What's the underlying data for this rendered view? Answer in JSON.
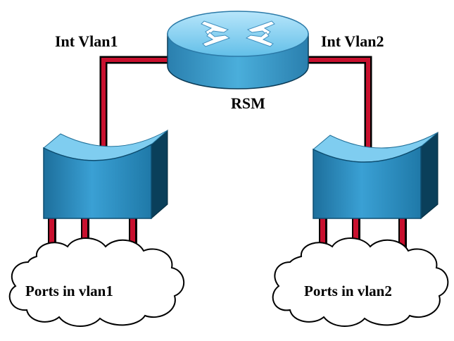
{
  "labels": {
    "int_vlan1": "Int Vlan1",
    "int_vlan2": "Int Vlan2",
    "router": "RSM",
    "cloud_left": "Ports in vlan1",
    "cloud_right": "Ports in vlan2"
  },
  "colors": {
    "link": "#c8102e",
    "link_shadow": "#000000",
    "device_front": "#2a8bbf",
    "device_top": "#7fcdf0",
    "device_side": "#0a3f5a",
    "cloud_fill": "#ffffff",
    "cloud_stroke": "#000000"
  },
  "icons": {
    "router": "router-icon",
    "switch_left": "switch-icon",
    "switch_right": "switch-icon",
    "cloud_left": "cloud-icon",
    "cloud_right": "cloud-icon"
  }
}
